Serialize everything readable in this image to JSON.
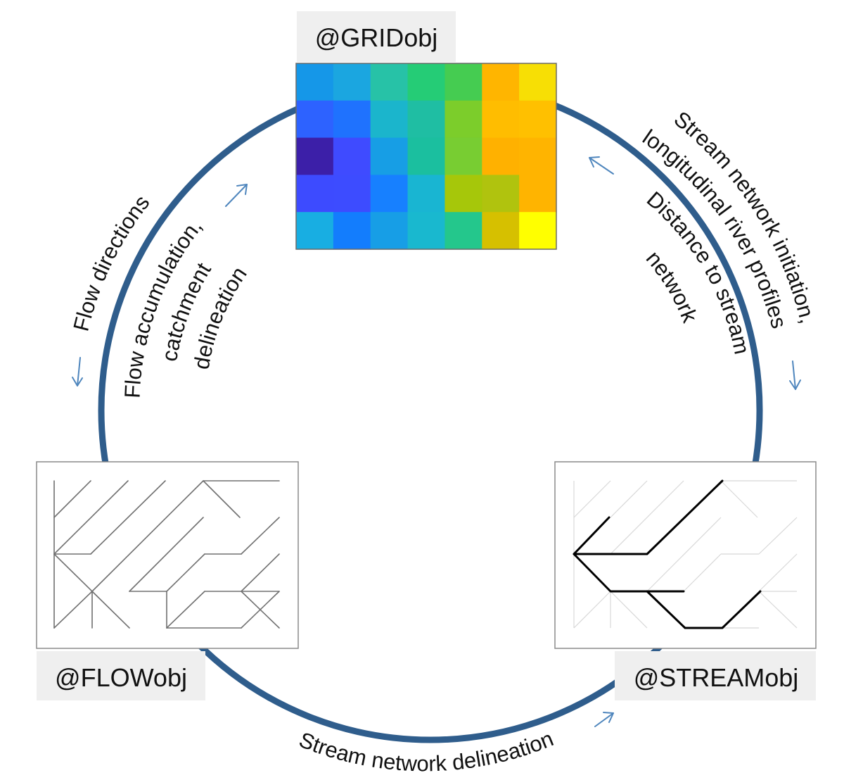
{
  "nodes": {
    "grid": {
      "label": "@GRIDobj"
    },
    "flow": {
      "label": "@FLOWobj"
    },
    "stream": {
      "label": "@STREAMobj"
    }
  },
  "edges": {
    "flow_directions": "Flow directions",
    "flow_accumulation": [
      "Flow accumulation,",
      "catchment",
      "delineation"
    ],
    "stream_init": [
      "Stream network initiation,",
      "longitudinal river profiles"
    ],
    "distance": [
      "Distance to stream",
      "network"
    ],
    "stream_delineation": "Stream network delineation"
  },
  "colors": {
    "circle": "#2f5d8c",
    "arrow": "#4f86bd",
    "label_bg": "#efefef",
    "grid_cells": [
      [
        "#1597e8",
        "#1ba6e0",
        "#27c2a7",
        "#25cc76",
        "#45cc51",
        "#ffb500",
        "#f7df05"
      ],
      [
        "#2d62ff",
        "#1f72fe",
        "#1bb5cc",
        "#1fbea3",
        "#7ccd2b",
        "#ffbd00",
        "#ffc000"
      ],
      [
        "#3c1fa8",
        "#3f4bff",
        "#179ee5",
        "#1bbf9f",
        "#78cd32",
        "#ffb100",
        "#ffb400"
      ],
      [
        "#3d4bff",
        "#3d4cff",
        "#1780ff",
        "#19b5d2",
        "#a6c70a",
        "#b0c30e",
        "#ffb400"
      ],
      [
        "#18aee2",
        "#137dfd",
        "#179ee6",
        "#19b8cf",
        "#24c78c",
        "#d6c000",
        "#ffff00"
      ]
    ]
  }
}
